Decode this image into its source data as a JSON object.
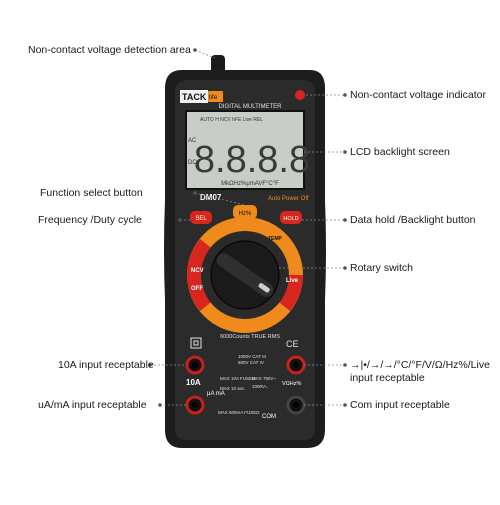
{
  "callouts": {
    "ncv_area": "Non-contact voltage detection area",
    "ncv_indicator": "Non-contact voltage indicator",
    "lcd_backlight": "LCD backlight screen",
    "function_select": "Function select button",
    "data_hold": "Data hold /Backlight button",
    "frequency": "Frequency /Duty cycle",
    "rotary": "Rotary switch",
    "a10_input": "10A input receptable",
    "vohm_input_line1": "→|•/→/→/°C/°F/V/Ω/Hz%/Live",
    "vohm_input_line2": "input receptable",
    "uama_input": "uA/mA input receptable",
    "com_input": "Com input receptable"
  },
  "device": {
    "brand": "TACK",
    "brand_suffix": "life",
    "model": "DM07",
    "subtitle": "DIGITAL MULTIMETER",
    "auto_power": "Auto Power Off",
    "lcd_digits": "8.8.8.8",
    "lcd_top_row": "AUTO H NCV hFE Live REL",
    "lcd_ac": "AC",
    "lcd_dc": "DC",
    "lcd_units": "MkΩHz%µmAVF°C°F",
    "btn_left": "SEL",
    "btn_center": "Hz%",
    "btn_right": "HOLD",
    "dial_ncv": "NCV",
    "dial_off": "OFF",
    "dial_live": "Live",
    "dial_temp": "TEMP",
    "counts": "6000Counts TRUE RMS",
    "ce_mark": "CE",
    "jack_10a": "10A",
    "jack_ua": "µA mA",
    "jack_com": "COM",
    "jack_v": "VΩHz%",
    "warn_1": "1000V CAT III",
    "warn_2": "600V CAT IV",
    "warn_fused_10a": "MAX 10A FUSED",
    "warn_max10": "MAX 10 sec.",
    "warn_max750": "MAX 750V~",
    "warn_max1000": "1000V=",
    "warn_600ma": "MAX 600mA FUSED"
  },
  "colors": {
    "body": "#2b2b2b",
    "bezel": "#3a3a3a",
    "lcd": "#c9cdc8",
    "accent_orange": "#f08a1c",
    "accent_red": "#d7261e",
    "jack_red": "#c9201b"
  }
}
